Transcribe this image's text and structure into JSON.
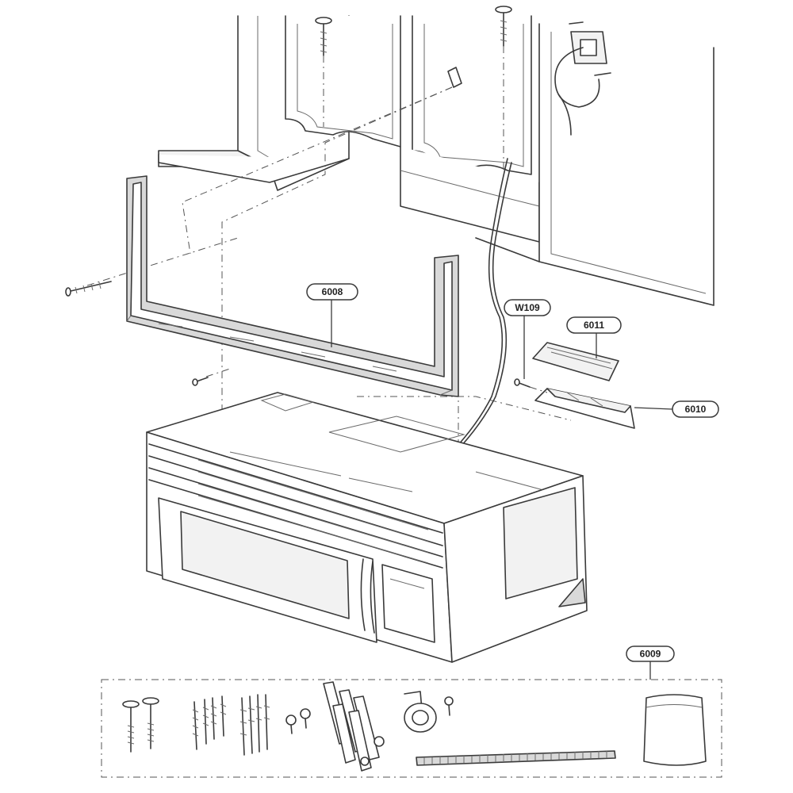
{
  "diagram": {
    "labels": {
      "mounting_plate": "6008",
      "kit": "6009",
      "damper_assembly": "6010",
      "damper_cover": "6011",
      "screw": "W109"
    }
  }
}
